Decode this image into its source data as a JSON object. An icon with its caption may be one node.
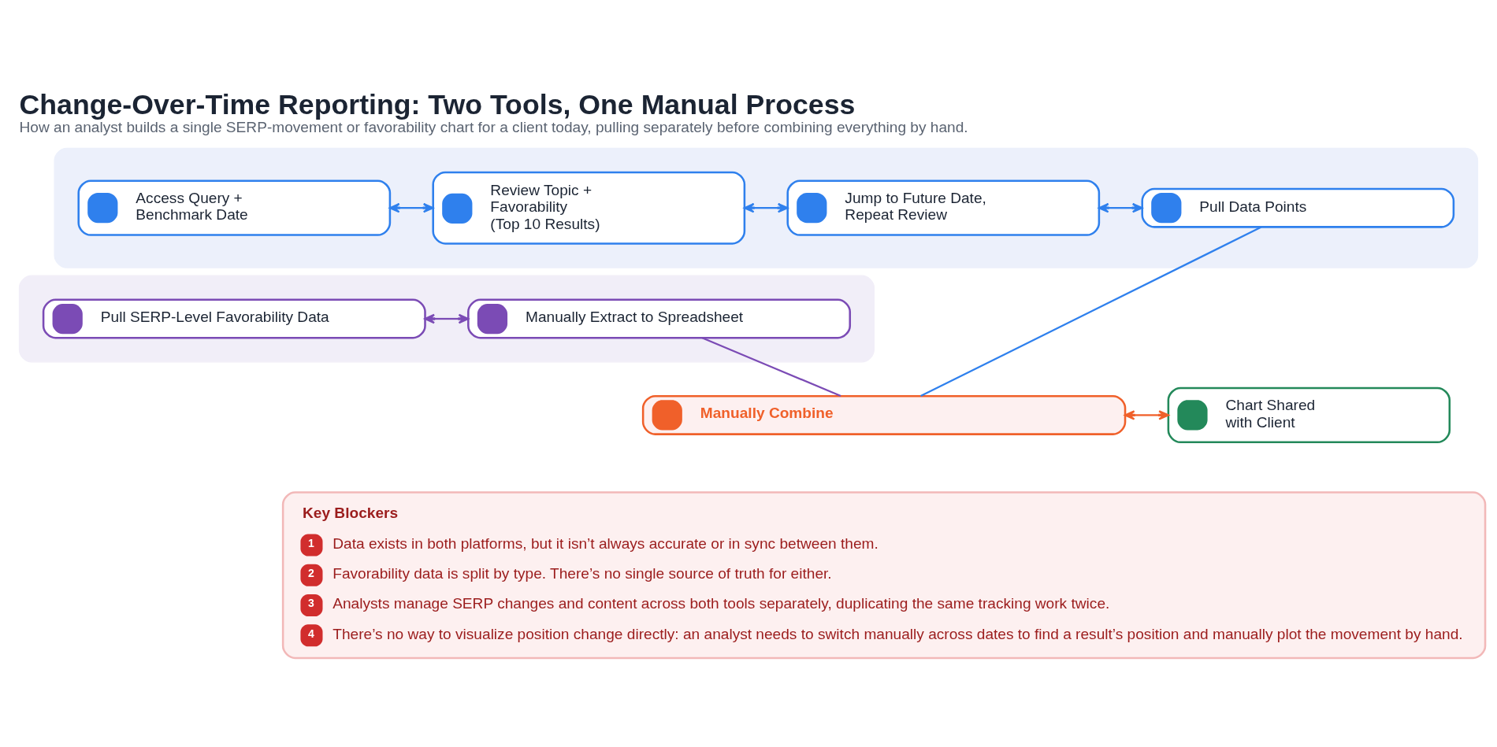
{
  "diagram": {
    "title": "Change-Over-Time Reporting: Two Tools, One Manual Process",
    "caption": "How an analyst builds a single SERP-movement or favorability chart for a client today, pulling separately before combining everything by hand.",
    "nodes": [
      {
        "text": [],
        "shape": "box"
      },
      {
        "text": [
          "Access Query + Benchmark Date"
        ],
        "in": 0
      },
      {
        "text": [
          "Review Topic + Favorability (Top 10 Results)"
        ],
        "in": 0
      },
      {
        "text": [
          "Jump to Future Date, Repeat Review"
        ],
        "in": 0
      },
      {
        "text": [
          "Pull Data Points"
        ],
        "in": 0
      },
      {
        "text": [],
        "shape": "box"
      },
      {
        "text": [
          "Pull SERP-Level Favorability Data"
        ],
        "in": 5
      },
      {
        "text": [
          "Manually Extract to Spreadsheet"
        ],
        "in": 5
      },
      {
        "text": [
          "Manually Combine"
        ]
      },
      {
        "text": [
          "Chart Shared with Client"
        ]
      },
      {
        "text": [
          "Key Blockers",
          "1",
          "Data exists in both platforms, but it isn’t always accurate or in sync between them.",
          "2",
          "Favorability data is split by type. There’s no single source of truth for either.",
          "3",
          "Analysts manage SERP changes and content across both tools separately, duplicating the same tracking work twice.",
          "4",
          "There’s no way to visualize position change directly: an analyst needs to switch manually across dates to find a result’s position and manually plot the movement by hand."
        ]
      }
    ],
    "edges": [
      {
        "from": 1,
        "to": 2,
        "arrow": "both"
      },
      {
        "from": 2,
        "to": 3,
        "arrow": "both"
      },
      {
        "from": 3,
        "to": 4,
        "arrow": "both"
      },
      {
        "from": 6,
        "to": 7,
        "arrow": "both",
        "color": "#7b4bb5"
      },
      {
        "from": 7,
        "to": 8,
        "arrow": "none",
        "color": "#7b4bb5"
      },
      {
        "from": 4,
        "to": 8,
        "arrow": "none"
      },
      {
        "from": 8,
        "to": 9,
        "arrow": "both",
        "color": "#f0602a"
      }
    ]
  }
}
